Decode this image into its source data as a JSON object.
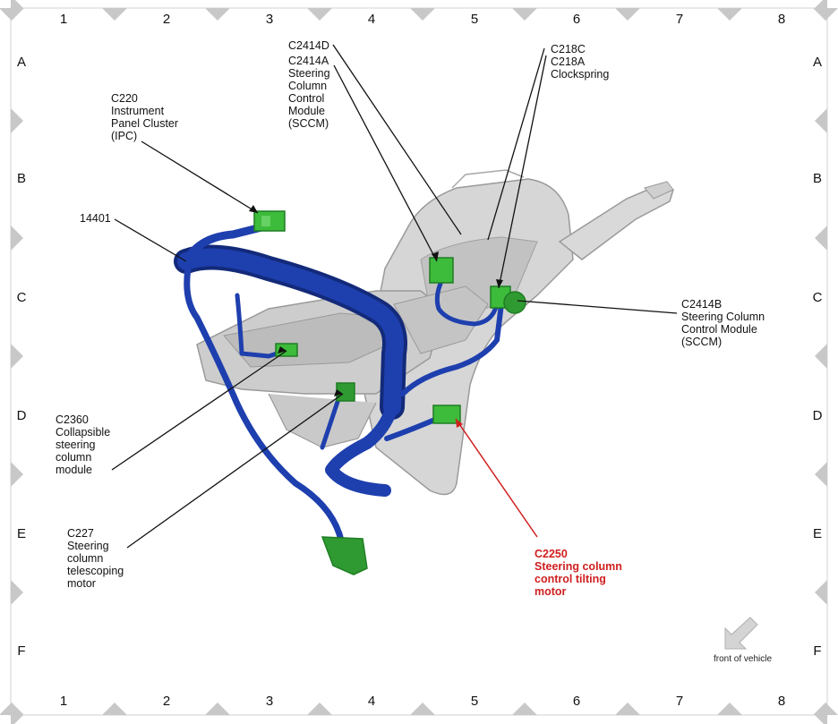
{
  "grid": {
    "columns": [
      "1",
      "2",
      "3",
      "4",
      "5",
      "6",
      "7",
      "8"
    ],
    "rows": [
      "A",
      "B",
      "C",
      "D",
      "E",
      "F"
    ]
  },
  "callouts": {
    "c220": [
      "C220",
      "Instrument",
      "Panel Cluster",
      "(IPC)"
    ],
    "c14401": [
      "14401"
    ],
    "c2414d": [
      "C2414D"
    ],
    "c2414a": [
      "C2414A",
      "Steering",
      "Column",
      "Control",
      "Module",
      "(SCCM)"
    ],
    "c218": [
      "C218C",
      "C218A",
      "Clockspring"
    ],
    "c2414b": [
      "C2414B",
      "Steering Column",
      "Control Module",
      "(SCCM)"
    ],
    "c2360": [
      "C2360",
      "Collapsible",
      "steering",
      "column",
      "module"
    ],
    "c227": [
      "C227",
      "Steering",
      "column",
      "telescoping",
      "motor"
    ],
    "c2250": [
      "C2250",
      "Steering column",
      "control tilting",
      "motor"
    ]
  },
  "orientation": {
    "label": "front of vehicle",
    "icon": "arrow-down-left-icon"
  },
  "colors": {
    "harness": "#1e3fae",
    "harness_dark": "#132a7a",
    "connector": "#3dbb3a",
    "connector_dark": "#1f7d24",
    "highlight_text": "#d01f1f",
    "column_gray": "#d4d4d4",
    "frame_gray": "#c8c8c8"
  }
}
